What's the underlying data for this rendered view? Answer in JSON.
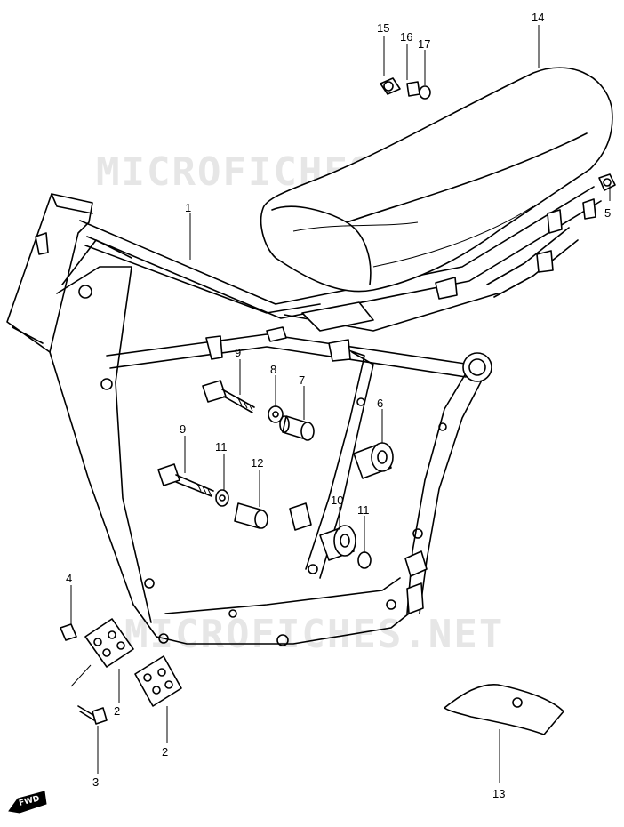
{
  "watermark": "MICROFICHES.NET",
  "direction_badge": "FWD",
  "callouts": [
    {
      "id": "1",
      "label": "1"
    },
    {
      "id": "2a",
      "label": "2"
    },
    {
      "id": "2b",
      "label": "2"
    },
    {
      "id": "3",
      "label": "3"
    },
    {
      "id": "4",
      "label": "4"
    },
    {
      "id": "5",
      "label": "5"
    },
    {
      "id": "6",
      "label": "6"
    },
    {
      "id": "7",
      "label": "7"
    },
    {
      "id": "8",
      "label": "8"
    },
    {
      "id": "9a",
      "label": "9"
    },
    {
      "id": "9b",
      "label": "9"
    },
    {
      "id": "10",
      "label": "10"
    },
    {
      "id": "11a",
      "label": "11"
    },
    {
      "id": "11b",
      "label": "11"
    },
    {
      "id": "12",
      "label": "12"
    },
    {
      "id": "13",
      "label": "13"
    },
    {
      "id": "14",
      "label": "14"
    },
    {
      "id": "15",
      "label": "15"
    },
    {
      "id": "16",
      "label": "16"
    },
    {
      "id": "17",
      "label": "17"
    }
  ]
}
